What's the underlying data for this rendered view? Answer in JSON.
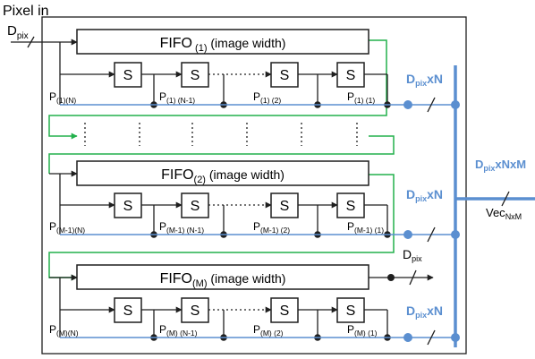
{
  "input": {
    "title": "Pixel in",
    "d_main": "D",
    "d_sub": "pix"
  },
  "fifo_rows": [
    {
      "fifo": {
        "main": "FIFO",
        "sub": " (1)",
        "tail": " (image width)"
      },
      "taps": [
        {
          "main": "P",
          "sub": "(1)(N)"
        },
        {
          "main": "P",
          "sub": "(1) (N-1)"
        },
        {
          "main": "P",
          "sub": "(1) (2)"
        },
        {
          "main": "P",
          "sub": "(1) (1)"
        }
      ],
      "bus": {
        "main": "D",
        "sub": "pix",
        "tail": "xN"
      }
    },
    {
      "fifo": {
        "main": "FIFO",
        "sub": "(2)",
        "tail": " (image width)"
      },
      "taps": [
        {
          "main": "P",
          "sub": "(M-1)(N)"
        },
        {
          "main": "P",
          "sub": "(M-1) (N-1)"
        },
        {
          "main": "P",
          "sub": "(M-1) (2)"
        },
        {
          "main": "P",
          "sub": "(M-1) (1)"
        }
      ],
      "bus": {
        "main": "D",
        "sub": "pix",
        "tail": "xN"
      }
    },
    {
      "fifo": {
        "main": "FIFO",
        "sub": "(M)",
        "tail": " (image width)"
      },
      "taps": [
        {
          "main": "P",
          "sub": "(M)(N)"
        },
        {
          "main": "P",
          "sub": "(M) (N-1)"
        },
        {
          "main": "P",
          "sub": "(M) (2)"
        },
        {
          "main": "P",
          "sub": "(M) (1)"
        }
      ],
      "bus": {
        "main": "D",
        "sub": "pix",
        "tail": "xN"
      }
    }
  ],
  "shift_label": "S",
  "fifo_out": {
    "main": "D",
    "sub": "pix"
  },
  "output_bus": {
    "main": "D",
    "sub": "pix",
    "tail": "xNxM"
  },
  "output_vec": {
    "main": "Vec",
    "sub": "NxM"
  },
  "colors": {
    "line": "#1f1f1f",
    "blue": "#5b8fd0",
    "green": "#22b14c"
  }
}
